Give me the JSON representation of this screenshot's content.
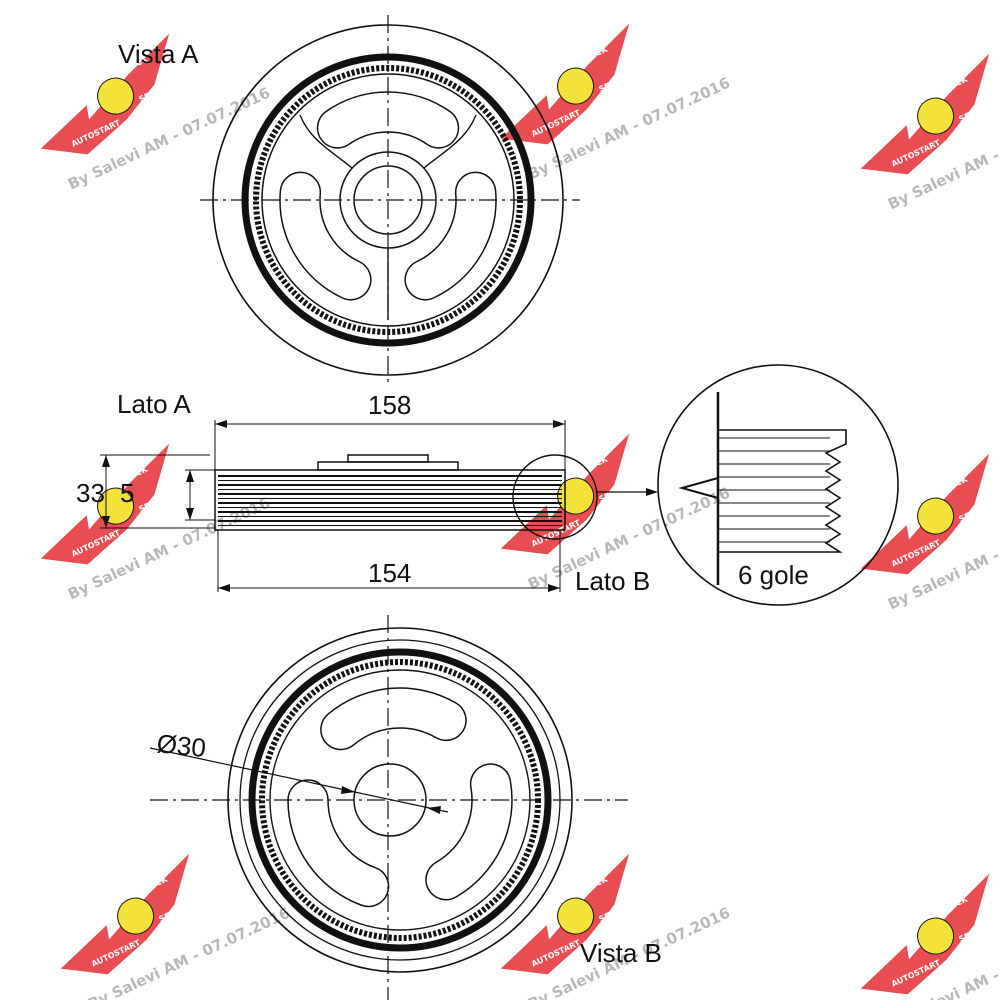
{
  "labels": {
    "vista_a": "Vista A",
    "vista_b": "Vista B",
    "lato_a": "Lato A",
    "lato_b": "Lato B",
    "grooves": "6 gole"
  },
  "dimensions": {
    "outer_diameter": "158",
    "groove_diameter": "154",
    "width_total": "33",
    "width_part": "5",
    "bore_diameter": "Ø30"
  },
  "watermark": {
    "text": "By Salevi AM - 07.07.2016",
    "badge_word": "AUTOSTART",
    "badge_word2": "SERVICE",
    "badge_top": "QUICK",
    "wing_color": "#e53a3f",
    "badge_color": "#f2e23a",
    "text_color": "#b8b8b8"
  },
  "colors": {
    "line": "#111111",
    "background": "#ffffff"
  }
}
